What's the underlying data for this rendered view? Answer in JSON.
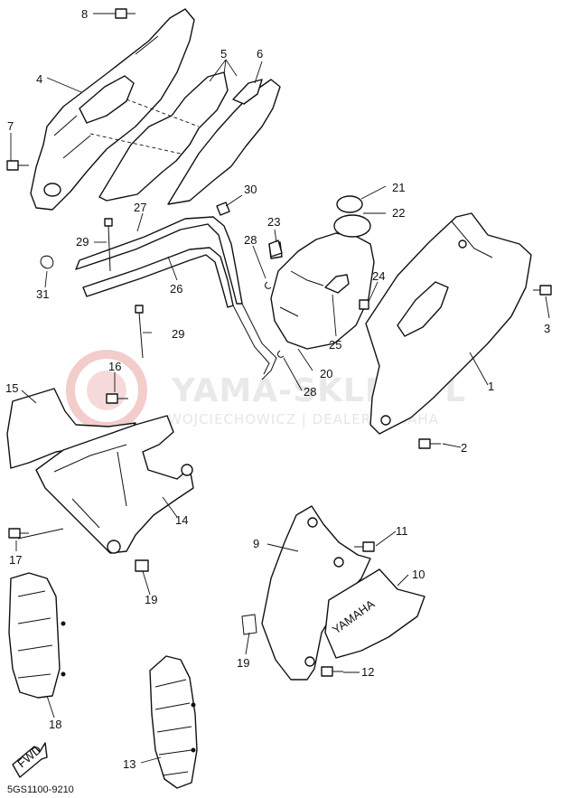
{
  "watermark": {
    "title": "YAMA-SKLEP.PL",
    "subtitle": "WOJCIECHOWICZ | DEALER YAMAHA"
  },
  "diagram_code": "5GS1100-9210",
  "fwd_label": "FWD",
  "brand_text": "YAMAHA",
  "callouts": {
    "c1": "1",
    "c2": "2",
    "c3": "3",
    "c4": "4",
    "c5": "5",
    "c6": "6",
    "c7": "7",
    "c8": "8",
    "c9": "9",
    "c10": "10",
    "c11": "11",
    "c12": "12",
    "c13": "13",
    "c14": "14",
    "c15": "15",
    "c16": "16",
    "c17": "17",
    "c18": "18",
    "c19a": "19",
    "c19b": "19",
    "c20": "20",
    "c21": "21",
    "c22": "22",
    "c23": "23",
    "c24": "24",
    "c25": "25",
    "c26": "26",
    "c27": "27",
    "c28a": "28",
    "c28b": "28",
    "c29a": "29",
    "c29b": "29",
    "c30": "30",
    "c31": "31"
  }
}
